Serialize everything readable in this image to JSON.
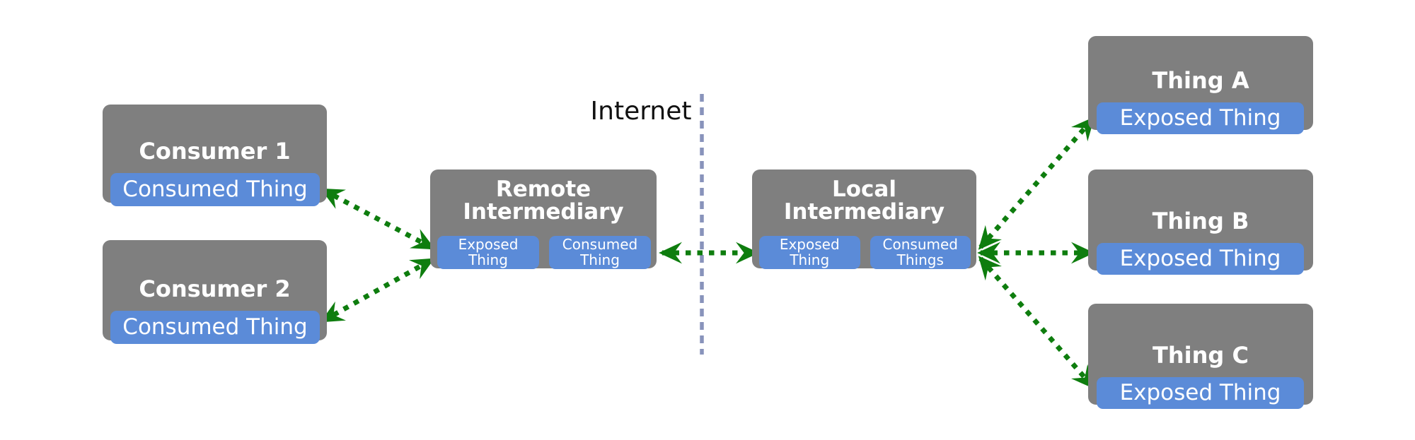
{
  "internet": {
    "label": "Internet"
  },
  "nodes": {
    "consumer1": {
      "title": "Consumer 1",
      "sub": "Consumed Thing"
    },
    "consumer2": {
      "title": "Consumer 2",
      "sub": "Consumed Thing"
    },
    "remote": {
      "title1": "Remote",
      "title2": "Intermediary",
      "subA1": "Exposed",
      "subA2": "Thing",
      "subB1": "Consumed",
      "subB2": "Thing"
    },
    "local": {
      "title1": "Local",
      "title2": "Intermediary",
      "subA1": "Exposed",
      "subA2": "Thing",
      "subB1": "Consumed",
      "subB2": "Things"
    },
    "thingA": {
      "title": "Thing A",
      "sub": "Exposed Thing"
    },
    "thingB": {
      "title": "Thing B",
      "sub": "Exposed Thing"
    },
    "thingC": {
      "title": "Thing C",
      "sub": "Exposed Thing"
    }
  },
  "edges": [
    {
      "from": "Consumer 1 / Consumed Thing",
      "to": "Remote Intermediary / Exposed Thing",
      "style": "green-dotted",
      "bidirectional": true
    },
    {
      "from": "Consumer 2 / Consumed Thing",
      "to": "Remote Intermediary / Exposed Thing",
      "style": "green-dotted",
      "bidirectional": true
    },
    {
      "from": "Remote Intermediary / Consumed Thing",
      "to": "Local Intermediary / Exposed Thing",
      "style": "green-dotted",
      "bidirectional": true,
      "crosses": "Internet divider"
    },
    {
      "from": "Local Intermediary / Consumed Things",
      "to": "Thing A / Exposed Thing",
      "style": "green-dotted",
      "bidirectional": true
    },
    {
      "from": "Local Intermediary / Consumed Things",
      "to": "Thing B / Exposed Thing",
      "style": "green-dotted",
      "bidirectional": true
    },
    {
      "from": "Local Intermediary / Consumed Things",
      "to": "Thing C / Exposed Thing",
      "style": "green-dotted",
      "bidirectional": true
    }
  ],
  "colors": {
    "box_gray": "#7f7f7f",
    "pill_blue": "#5b8bd8",
    "arrow_green": "#0e7d0e",
    "divider_slate": "#8893bb",
    "text_white": "#ffffff",
    "internet_text": "#111111",
    "background": "#ffffff"
  }
}
